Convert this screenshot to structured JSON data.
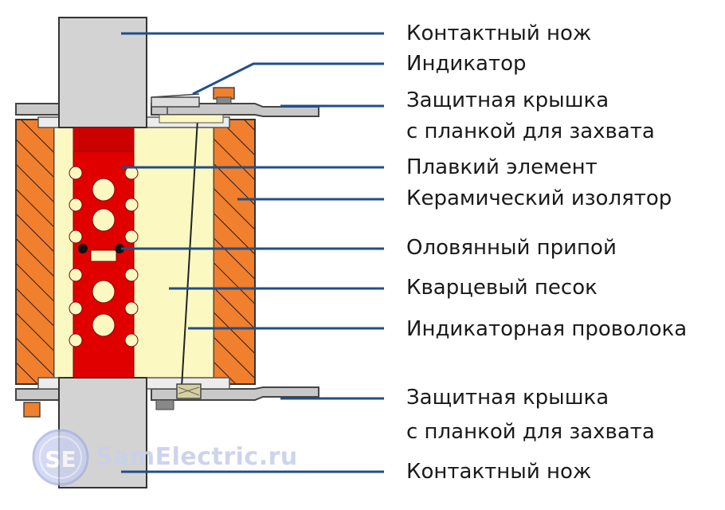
{
  "labels": {
    "contact_knife_top": "Контактный нож",
    "indicator": "Индикатор",
    "cover_top_line1": "Защитная крышка",
    "cover_top_line2": "с планкой для захвата",
    "fuse_element": "Плавкий элемент",
    "ceramic_insulator": "Керамический изолятор",
    "tin_solder": "Оловянный припой",
    "quartz_sand": "Кварцевый песок",
    "indicator_wire": "Индикаторная проволока",
    "cover_bottom_line1": "Защитная крышка",
    "cover_bottom_line2": "с планкой для захвата",
    "contact_knife_bottom": "Контактный нож"
  },
  "watermark": {
    "badge": "SE",
    "text": "SamElectric.ru"
  },
  "colors": {
    "ceramic": "#f07f2e",
    "sand": "#fcf8c2",
    "fuse_element": "#e00000",
    "contact_knife": "#d3d3d3",
    "leader_line": "#1f4f88",
    "watermark": "#b3bde3"
  },
  "icons": {
    "watermark_badge": "se-badge-icon"
  }
}
